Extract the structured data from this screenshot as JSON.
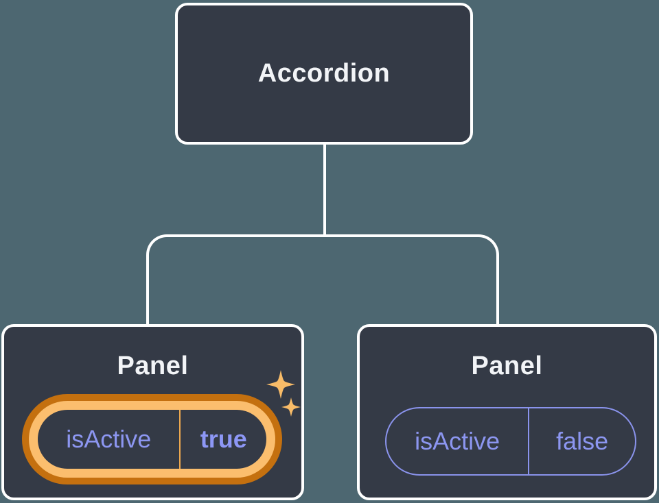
{
  "diagram": {
    "description": "Component tree showing an Accordion parent with two Panel children and their isActive prop state",
    "tree": {
      "root": {
        "label": "Accordion"
      },
      "panels": [
        {
          "label": "Panel",
          "prop_name": "isActive",
          "prop_value": "true",
          "highlighted": true
        },
        {
          "label": "Panel",
          "prop_name": "isActive",
          "prop_value": "false",
          "highlighted": false
        }
      ]
    },
    "colors": {
      "background": "#4d6771",
      "node_fill": "#343a46",
      "node_border": "#ffffff",
      "title_text": "#f2f4f7",
      "prop_purple": "#8c96f0",
      "highlight_ring_outer": "#c4700f",
      "highlight_ring_inner": "#fbbe6e",
      "highlight_divider": "#eda84f",
      "sparkle": "#f9bc68"
    }
  }
}
